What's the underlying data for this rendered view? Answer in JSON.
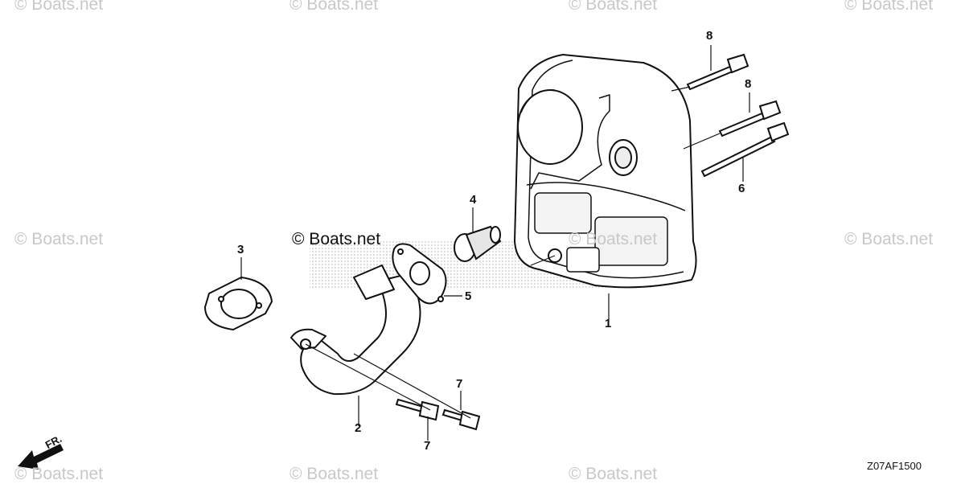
{
  "watermark": "© Boats.net",
  "diagram_code": "Z07AF1500",
  "direction_label": "FR.",
  "callouts": [
    "1",
    "2",
    "3",
    "4",
    "5",
    "6",
    "7",
    "7",
    "8",
    "8"
  ]
}
